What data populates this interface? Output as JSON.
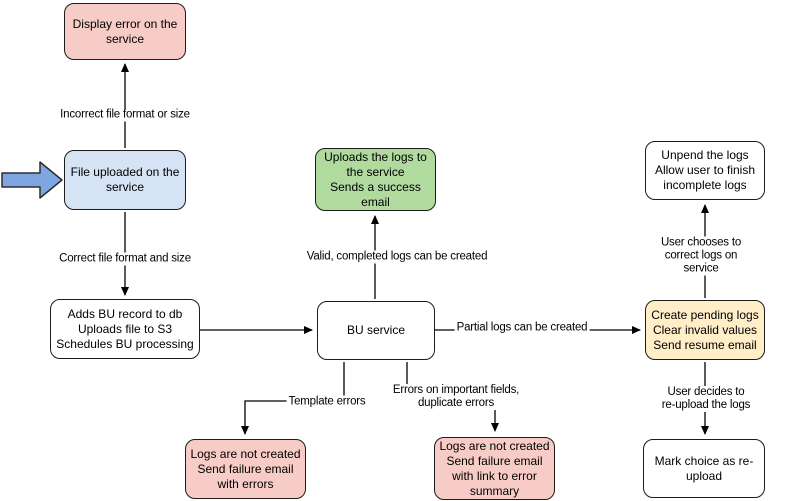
{
  "diagram": {
    "nodes": {
      "display_error": {
        "label": "Display error on the\nservice",
        "fill": "#f7ccc7"
      },
      "file_uploaded": {
        "label": "File uploaded on the\nservice",
        "fill": "#d6e3f5"
      },
      "adds_bu_record": {
        "label": "Adds BU record to db\nUploads file to S3\nSchedules BU processing",
        "fill": "#ffffff"
      },
      "bu_service": {
        "label": "BU service",
        "fill": "#ffffff"
      },
      "uploads_logs": {
        "label": "Uploads the logs to\nthe service\nSends a success\nemail",
        "fill": "#b1da9f"
      },
      "create_pending_logs": {
        "label": "Create pending logs\nClear invalid values\nSend resume email",
        "fill": "#ffeec8"
      },
      "unpend_logs": {
        "label": "Unpend the logs\nAllow user to finish\nincomplete logs",
        "fill": "#ffffff"
      },
      "mark_reupload": {
        "label": "Mark choice as re-\nupload",
        "fill": "#ffffff"
      },
      "logs_not_created_errors": {
        "label": "Logs are not created\nSend failure email\nwith errors",
        "fill": "#f7ccc7"
      },
      "logs_not_created_summary": {
        "label": "Logs are not created\nSend failure email\nwith link to error\nsummary",
        "fill": "#f7ccc7"
      }
    },
    "edge_labels": {
      "incorrect_format": "Incorrect file format or size",
      "correct_format": "Correct file format and size",
      "valid_completed": "Valid, completed logs can be created",
      "partial_logs": "Partial logs can be created",
      "user_corrects": "User chooses to correct logs on service",
      "user_reuploads": "User decides to re-upload the logs",
      "template_errors": "Template errors",
      "field_errors": "Errors on important fields,\nduplicate errors"
    },
    "entry_arrow": {
      "fill": "#7ea6e0"
    },
    "line_color": "#000000"
  }
}
